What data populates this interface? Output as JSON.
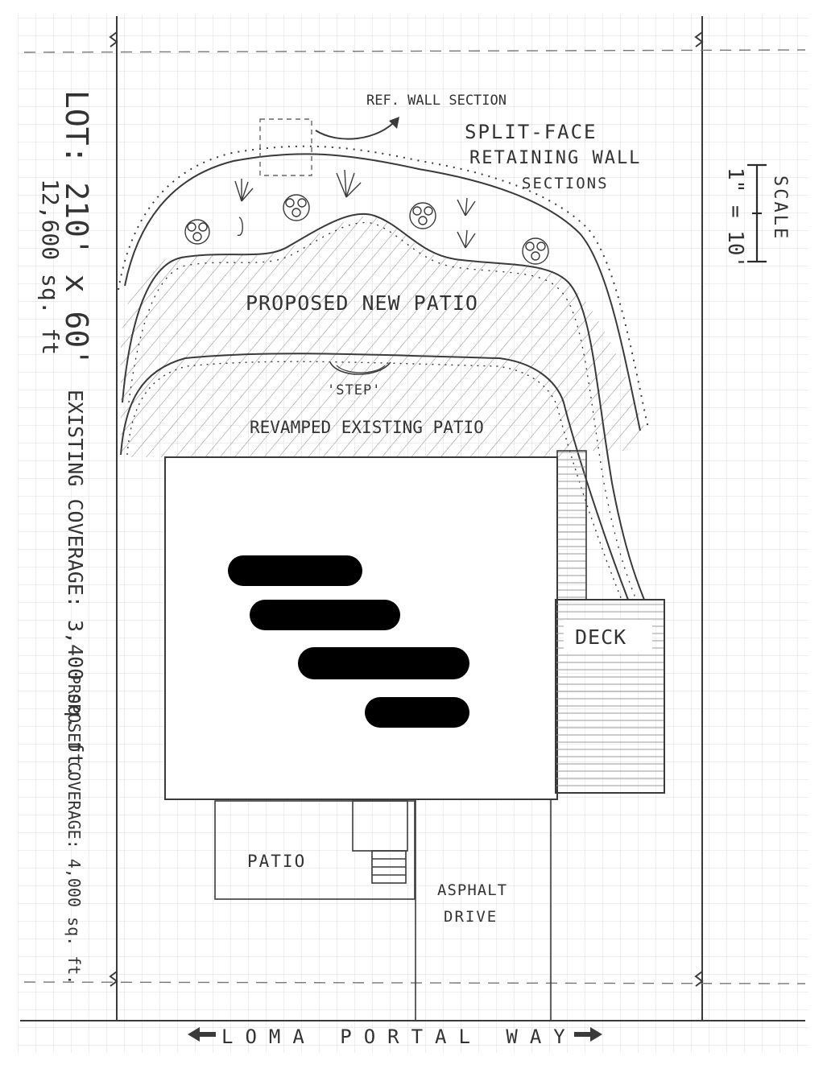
{
  "lot": {
    "title": "LOT: 210' x 60'",
    "area": "12,600 sq. ft",
    "existing_coverage": "EXISTING COVERAGE: 3,400 sq. ft.",
    "proposed_coverage": "PROPOSED COVERAGE: 4,000 sq. ft."
  },
  "scale": {
    "label": "SCALE",
    "value": "1\" = 10'"
  },
  "annotations": {
    "ref_wall_section": "REF. WALL SECTION",
    "split_face_line1": "SPLIT-FACE",
    "split_face_line2": "RETAINING WALL",
    "split_face_line3": "SECTIONS",
    "proposed_patio": "PROPOSED NEW PATIO",
    "step": "'STEP'",
    "revamped_patio": "REVAMPED EXISTING PATIO",
    "deck": "DECK",
    "front_patio": "PATIO",
    "asphalt_line1": "ASPHALT",
    "asphalt_line2": "DRIVE",
    "street": "LOMA PORTAL WAY"
  },
  "redaction_bars": 4,
  "colors": {
    "paper": "#ffffff",
    "grid": "#d9dde3",
    "pencil": "#3a3a3a",
    "redaction": "#000000"
  }
}
